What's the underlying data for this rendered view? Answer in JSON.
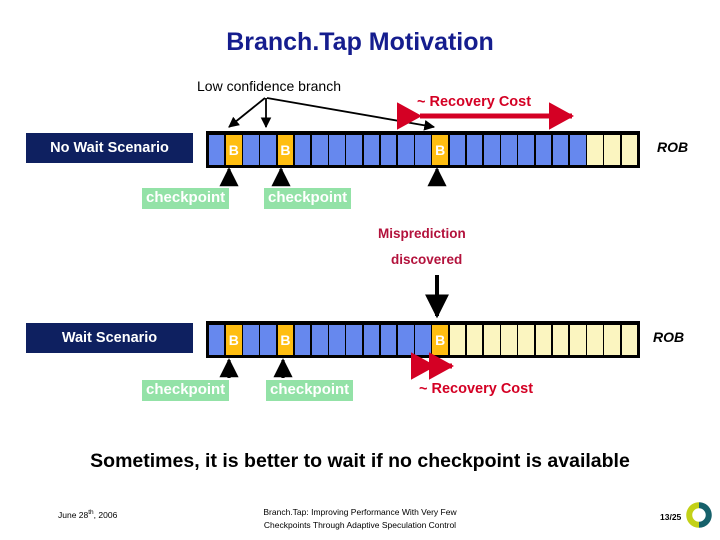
{
  "slide": {
    "title": "Branch.Tap Motivation",
    "headline": "Sometimes, it is better to wait if no checkpoint is available",
    "colors": {
      "title": "#151d8e",
      "scenario_box_bg": "#0e2060",
      "rob_occupied": "#6688ee",
      "rob_branch": "#ffbe11",
      "rob_empty": "#fbf5c0",
      "checkpoint_chip": "#93e2a7",
      "recovery_red": "#d40024",
      "misprediction_red": "#b3123c"
    }
  },
  "annotations": {
    "low_confidence_branch": "Low confidence branch",
    "recovery_cost_top": "~ Recovery Cost",
    "recovery_cost_bottom": "~ Recovery Cost",
    "misprediction_line1": "Misprediction",
    "misprediction_line2": "discovered",
    "checkpoint_label": "checkpoint",
    "branch_cell_letter": "B"
  },
  "diagram": {
    "rows": [
      {
        "name": "no-wait",
        "scenario_label": "No Wait Scenario",
        "rob_label": "ROB",
        "cells": [
          "blue",
          "branch",
          "blue",
          "blue",
          "branch",
          "blue",
          "blue",
          "blue",
          "blue",
          "blue",
          "blue",
          "blue",
          "blue",
          "branch",
          "blue",
          "blue",
          "blue",
          "blue",
          "blue",
          "blue",
          "blue",
          "blue",
          "empty",
          "empty",
          "empty"
        ],
        "checkpoints": [
          "checkpoint",
          "checkpoint"
        ]
      },
      {
        "name": "wait",
        "scenario_label": "Wait Scenario",
        "rob_label": "ROB",
        "cells": [
          "blue",
          "branch",
          "blue",
          "blue",
          "branch",
          "blue",
          "blue",
          "blue",
          "blue",
          "blue",
          "blue",
          "blue",
          "blue",
          "branch",
          "empty",
          "empty",
          "empty",
          "empty",
          "empty",
          "empty",
          "empty",
          "empty",
          "empty",
          "empty",
          "empty"
        ],
        "checkpoints": [
          "checkpoint",
          "checkpoint"
        ]
      }
    ]
  },
  "footer": {
    "date_main": "June 28",
    "date_sup": "th",
    "date_year": ", 2006",
    "paper_line1": "Branch.Tap: Improving Performance With Very Few",
    "paper_line2": "Checkpoints Through Adaptive Speculation Control",
    "page": "13/25",
    "logo_alt": "aenao-logo"
  }
}
